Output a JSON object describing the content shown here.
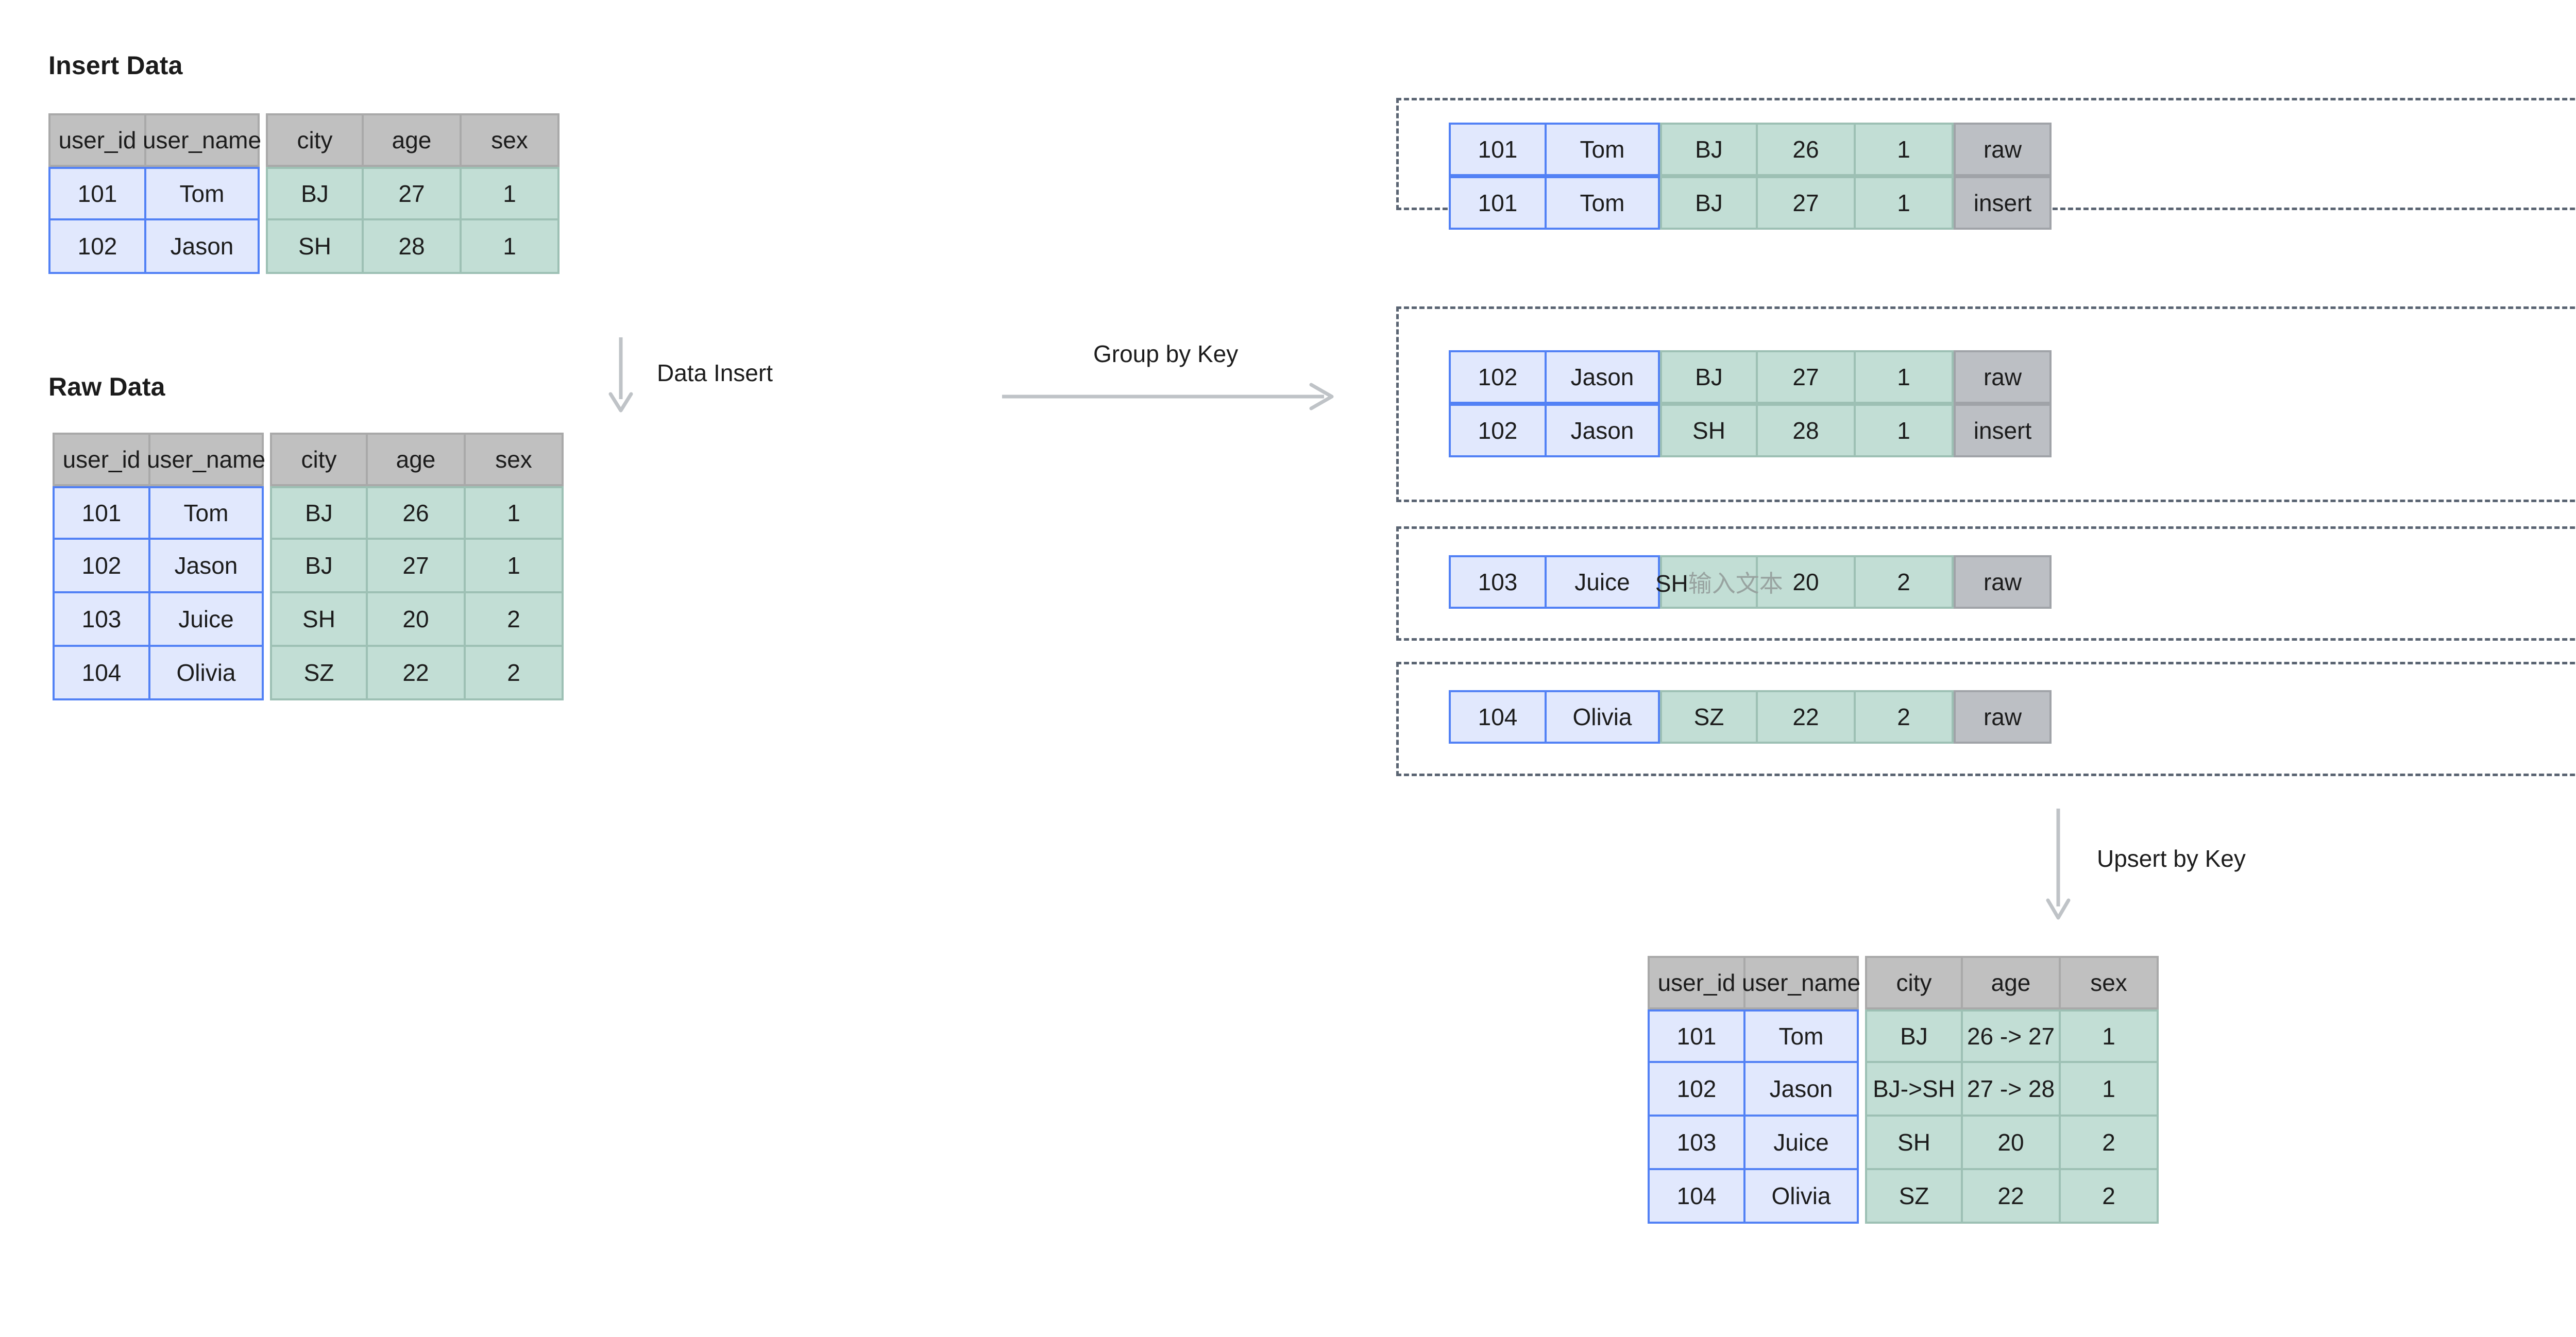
{
  "titles": {
    "insert_data": "Insert Data",
    "raw_data": "Raw Data"
  },
  "columns": {
    "user_id": "user_id",
    "user_name": "user_name",
    "city": "city",
    "age": "age",
    "sex": "sex"
  },
  "arrows": {
    "data_insert": "Data Insert",
    "group_by_key": "Group by Key",
    "upsert_by_key": "Upsert by Key"
  },
  "insert_table": {
    "headers": [
      "user_id",
      "user_name",
      "city",
      "age",
      "sex"
    ],
    "rows": [
      {
        "user_id": "101",
        "user_name": "Tom",
        "city": "BJ",
        "age": "27",
        "sex": "1"
      },
      {
        "user_id": "102",
        "user_name": "Jason",
        "city": "SH",
        "age": "28",
        "sex": "1"
      }
    ]
  },
  "raw_table": {
    "headers": [
      "user_id",
      "user_name",
      "city",
      "age",
      "sex"
    ],
    "rows": [
      {
        "user_id": "101",
        "user_name": "Tom",
        "city": "BJ",
        "age": "26",
        "sex": "1"
      },
      {
        "user_id": "102",
        "user_name": "Jason",
        "city": "BJ",
        "age": "27",
        "sex": "1"
      },
      {
        "user_id": "103",
        "user_name": "Juice",
        "city": "SH",
        "age": "20",
        "sex": "2"
      },
      {
        "user_id": "104",
        "user_name": "Olivia",
        "city": "SZ",
        "age": "22",
        "sex": "2"
      }
    ]
  },
  "groups": [
    {
      "rows": [
        {
          "user_id": "101",
          "user_name": "Tom",
          "city": "BJ",
          "age": "26",
          "sex": "1",
          "flag": "raw"
        },
        {
          "user_id": "101",
          "user_name": "Tom",
          "city": "BJ",
          "age": "27",
          "sex": "1",
          "flag": "insert"
        }
      ]
    },
    {
      "rows": [
        {
          "user_id": "102",
          "user_name": "Jason",
          "city": "BJ",
          "age": "27",
          "sex": "1",
          "flag": "raw"
        },
        {
          "user_id": "102",
          "user_name": "Jason",
          "city": "SH",
          "age": "28",
          "sex": "1",
          "flag": "insert"
        }
      ]
    },
    {
      "rows": [
        {
          "user_id": "103",
          "user_name": "Juice",
          "city": "SH",
          "city_placeholder": "输入文本",
          "age": "20",
          "sex": "2",
          "flag": "raw"
        }
      ]
    },
    {
      "rows": [
        {
          "user_id": "104",
          "user_name": "Olivia",
          "city": "SZ",
          "age": "22",
          "sex": "2",
          "flag": "raw"
        }
      ]
    }
  ],
  "result_table": {
    "headers": [
      "user_id",
      "user_name",
      "city",
      "age",
      "sex"
    ],
    "rows": [
      {
        "user_id": "101",
        "user_name": "Tom",
        "city": "BJ",
        "age": "26 -> 27",
        "sex": "1"
      },
      {
        "user_id": "102",
        "user_name": "Jason",
        "city": "BJ->SH",
        "age": "27 -> 28",
        "sex": "1"
      },
      {
        "user_id": "103",
        "user_name": "Juice",
        "city": "SH",
        "age": "20",
        "sex": "2"
      },
      {
        "user_id": "104",
        "user_name": "Olivia",
        "city": "SZ",
        "age": "22",
        "sex": "2"
      }
    ]
  },
  "colors": {
    "header_grey": "#c0c0c0",
    "key_blue_bg": "#e1e8fd",
    "key_blue_border": "#5281f5",
    "value_green_bg": "#c2ded5",
    "value_green_border": "#9dc0b4",
    "status_grey_bg": "#bcbfc4",
    "dashed_border": "#5a6472",
    "arrow_grey": "#bfc3c7",
    "placeholder_grey": "#98a3a0"
  }
}
